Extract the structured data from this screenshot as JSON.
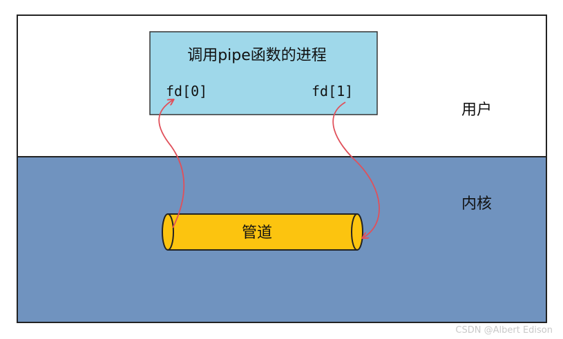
{
  "regions": {
    "user_label": "用户",
    "kernel_label": "内核"
  },
  "process": {
    "title": "调用pipe函数的进程",
    "fd_read": "fd[0]",
    "fd_write": "fd[1]"
  },
  "pipe": {
    "label": "管道"
  },
  "watermark": "CSDN @Albert Edison",
  "colors": {
    "user_bg": "#ffffff",
    "kernel_bg": "#7093bf",
    "process_bg": "#9fd8ea",
    "pipe_fill": "#fcc40f",
    "arrow": "#e0505a",
    "border": "#222222"
  }
}
